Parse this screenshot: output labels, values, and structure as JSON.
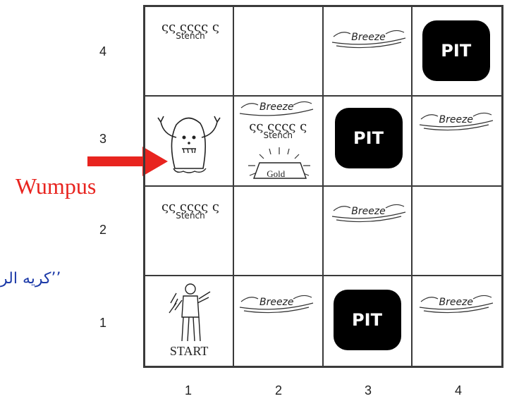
{
  "title": "",
  "row_labels": [
    "4",
    "3",
    "2",
    "1"
  ],
  "col_labels": [
    "1",
    "2",
    "3",
    "4"
  ],
  "annotations": {
    "wumpus": "Wumpus",
    "arabic": "’’كريه الر"
  },
  "percepts": {
    "breeze": "Breeze",
    "stench": "Stench",
    "stench_waves": "ςς ςςςς ς",
    "pit": "PIT",
    "gold": "Gold",
    "start": "START"
  },
  "cells": {
    "1_4": [
      "Stench"
    ],
    "2_4": [],
    "3_4": [
      "Breeze"
    ],
    "4_4": [
      "PIT"
    ],
    "1_3": [
      "Wumpus"
    ],
    "2_3": [
      "Breeze",
      "Stench",
      "Gold"
    ],
    "3_3": [
      "PIT"
    ],
    "4_3": [
      "Breeze"
    ],
    "1_2": [
      "Stench"
    ],
    "2_2": [],
    "3_2": [
      "Breeze"
    ],
    "4_2": [],
    "1_1": [
      "Agent",
      "START"
    ],
    "2_1": [
      "Breeze"
    ],
    "3_1": [
      "PIT"
    ],
    "4_1": [
      "Breeze"
    ]
  },
  "colors": {
    "grid_line": "#3a3a3a",
    "pit_fill": "#000000",
    "arrow": "#e8241f",
    "wumpus_text": "#e8241f",
    "arabic_text": "#1c3aa8"
  }
}
